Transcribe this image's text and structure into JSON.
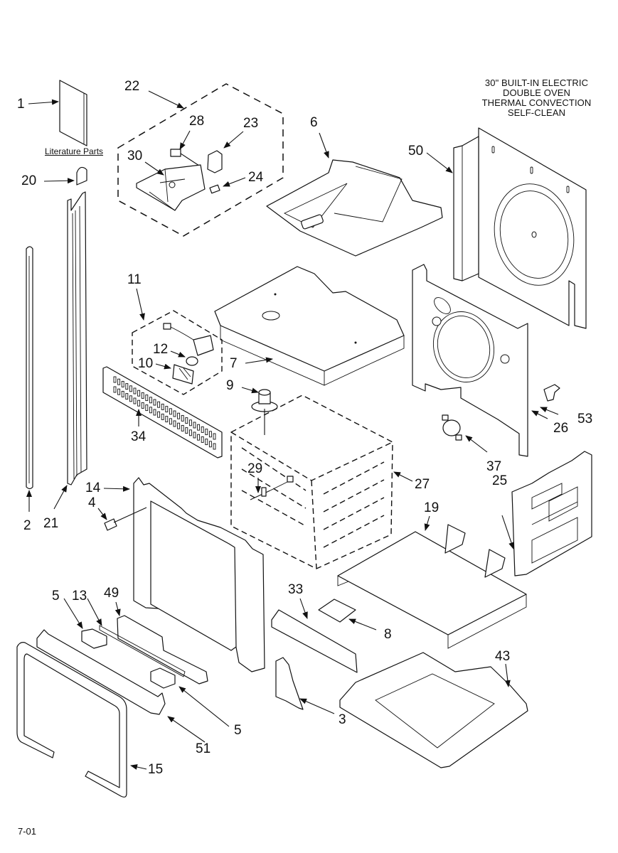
{
  "title": {
    "lines": [
      "30\" BUILT-IN ELECTRIC",
      "DOUBLE OVEN",
      "THERMAL CONVECTION",
      "SELF-CLEAN"
    ]
  },
  "section_label": "Literature Parts",
  "footer_code": "7-01",
  "colors": {
    "ink": "#111111",
    "background": "#ffffff"
  },
  "callouts": [
    {
      "id": "1",
      "label": "1"
    },
    {
      "id": "2",
      "label": "2"
    },
    {
      "id": "3",
      "label": "3"
    },
    {
      "id": "4",
      "label": "4"
    },
    {
      "id": "5a",
      "label": "5"
    },
    {
      "id": "5b",
      "label": "5"
    },
    {
      "id": "6",
      "label": "6"
    },
    {
      "id": "7",
      "label": "7"
    },
    {
      "id": "8",
      "label": "8"
    },
    {
      "id": "9",
      "label": "9"
    },
    {
      "id": "10",
      "label": "10"
    },
    {
      "id": "11",
      "label": "11"
    },
    {
      "id": "12",
      "label": "12"
    },
    {
      "id": "13",
      "label": "13"
    },
    {
      "id": "14",
      "label": "14"
    },
    {
      "id": "15",
      "label": "15"
    },
    {
      "id": "19",
      "label": "19"
    },
    {
      "id": "20",
      "label": "20"
    },
    {
      "id": "21",
      "label": "21"
    },
    {
      "id": "22",
      "label": "22"
    },
    {
      "id": "23",
      "label": "23"
    },
    {
      "id": "24",
      "label": "24"
    },
    {
      "id": "25",
      "label": "25"
    },
    {
      "id": "26",
      "label": "26"
    },
    {
      "id": "27",
      "label": "27"
    },
    {
      "id": "28",
      "label": "28"
    },
    {
      "id": "29",
      "label": "29"
    },
    {
      "id": "30",
      "label": "30"
    },
    {
      "id": "33",
      "label": "33"
    },
    {
      "id": "34",
      "label": "34"
    },
    {
      "id": "37",
      "label": "37"
    },
    {
      "id": "43",
      "label": "43"
    },
    {
      "id": "49",
      "label": "49"
    },
    {
      "id": "50",
      "label": "50"
    },
    {
      "id": "51",
      "label": "51"
    },
    {
      "id": "53",
      "label": "53"
    }
  ]
}
